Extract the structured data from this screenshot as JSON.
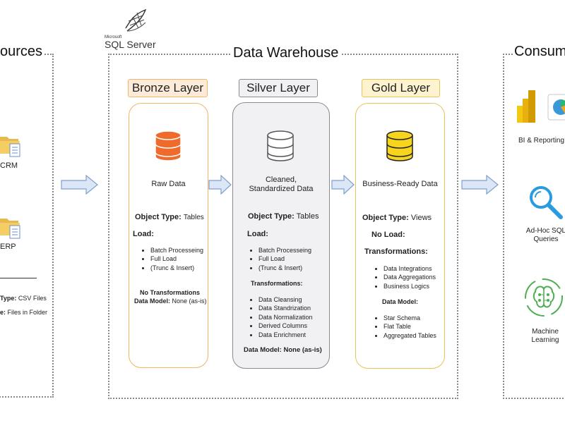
{
  "colors": {
    "bronze_fill": "#fdebd9",
    "bronze_border": "#f4b36b",
    "silver_fill": "#f1f0f2",
    "silver_border": "#8b8892",
    "gold_fill": "#fef3cf",
    "gold_border": "#e6c45a",
    "arrow_fill": "#dbe6f6",
    "arrow_stroke": "#7f9fcf"
  },
  "sources": {
    "title": "ources",
    "items": [
      {
        "label": "CRM",
        "icon": "folder-icon"
      },
      {
        "label": "ERP",
        "icon": "folder-icon"
      }
    ],
    "object_type_label": "Type:",
    "object_type_value": "CSV Files",
    "interface_label": "e:",
    "interface_value": "Files in Folder"
  },
  "logo": {
    "small_text": "Microsoft",
    "name": "SQL Server"
  },
  "warehouse": {
    "title": "Data Warehouse",
    "layers": [
      {
        "title": "Bronze Layer",
        "description": "Raw Data",
        "object_type_label": "Object Type:",
        "object_type_value": "Tables",
        "load_label": "Load:",
        "load_items": [
          "Batch Processeing",
          "Full Load",
          "(Trunc & Insert)"
        ],
        "transformations_label": "No Transformations",
        "data_model_label": "Data Model:",
        "data_model_value": "None (as-is)"
      },
      {
        "title": "Silver Layer",
        "description_line1": "Cleaned,",
        "description_line2": "Standardized Data",
        "object_type_label": "Object Type:",
        "object_type_value": "Tables",
        "load_label": "Load:",
        "load_items": [
          "Batch Processeing",
          "Full Load",
          "(Trunc & Insert)"
        ],
        "transformations_label": "Transformations:",
        "transformation_items": [
          "Data Cleansing",
          "Data Standrization",
          "Data Normalization",
          "Derived Columns",
          "Data Enrichment"
        ],
        "data_model_label": "Data Model: None (as-is)"
      },
      {
        "title": "Gold Layer",
        "description": "Business-Ready Data",
        "object_type_label": "Object Type:",
        "object_type_value": "Views",
        "load_label": "No Load:",
        "transformations_label": "Transformations:",
        "transformation_items": [
          "Data Integrations",
          "Data Aggregations",
          "Business Logics"
        ],
        "data_model_label": "Data Model:",
        "data_model_items": [
          "Star Schema",
          "Flat Table",
          "Aggregated Tables"
        ]
      }
    ]
  },
  "consumers": {
    "title": "Consum",
    "items": [
      {
        "label": "BI & Reporting",
        "icon": "bi-reporting-icon"
      },
      {
        "label_line1": "Ad-Hoc SQL",
        "label_line2": "Queries",
        "icon": "search-icon"
      },
      {
        "label_line1": "Machine",
        "label_line2": "Learning",
        "icon": "machine-learning-icon"
      }
    ]
  }
}
